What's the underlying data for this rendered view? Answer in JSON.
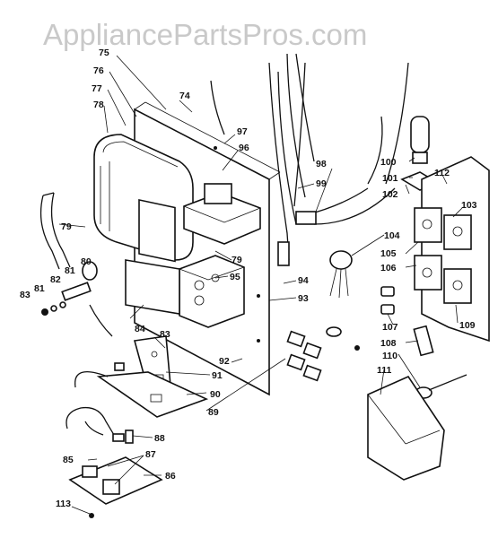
{
  "watermark": "AppliancePartsPros.com",
  "callouts": [
    "75",
    "76",
    "77",
    "78",
    "74",
    "97",
    "96",
    "79",
    "80",
    "81",
    "82",
    "83",
    "81",
    "79",
    "95",
    "84",
    "83",
    "92",
    "91",
    "90",
    "89",
    "88",
    "85",
    "87",
    "86",
    "113",
    "94",
    "93",
    "98",
    "99",
    "100",
    "101",
    "102",
    "112",
    "103",
    "104",
    "105",
    "106",
    "107",
    "108",
    "109",
    "110",
    "111"
  ],
  "colors": {
    "line": "#111111",
    "watermark": "#c9c9c9",
    "background": "#ffffff"
  }
}
